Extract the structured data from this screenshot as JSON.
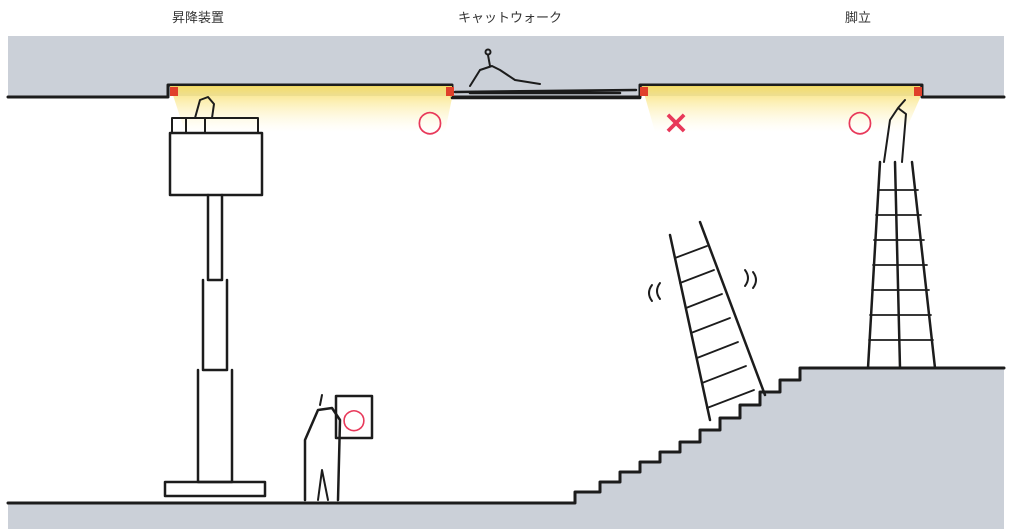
{
  "labels": {
    "lift": "昇降装置",
    "catwalk": "キャットウォーク",
    "stepladder": "脚立"
  },
  "marks": {
    "ok": "○",
    "ng": "×"
  },
  "colors": {
    "ceiling": "#cbd0d8",
    "floor": "#cbd0d8",
    "light_glow": "#f7dd63",
    "fixture": "#e0402a",
    "mark": "#e8395a",
    "ink": "#1c1c1c"
  }
}
